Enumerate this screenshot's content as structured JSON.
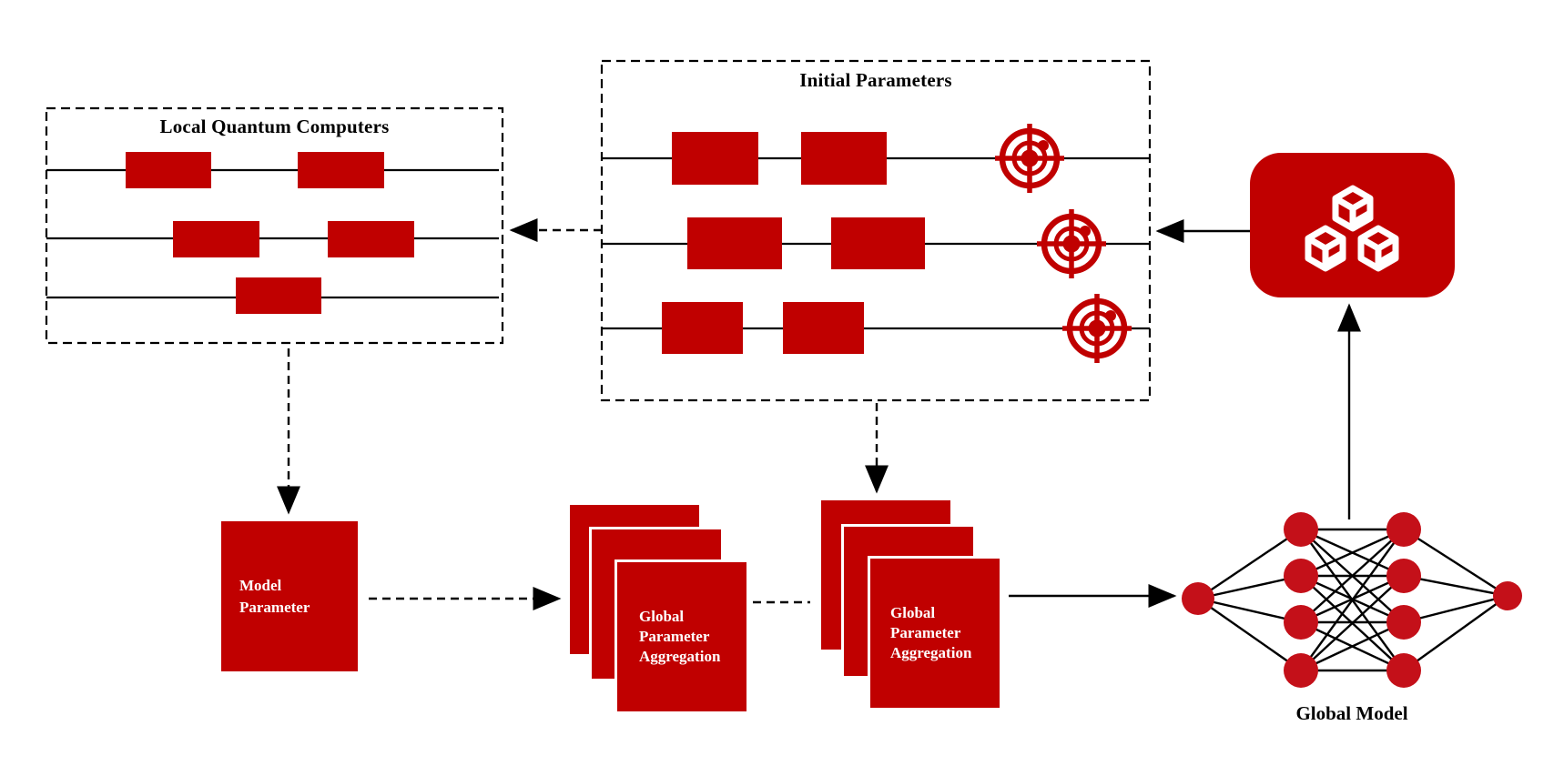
{
  "colors": {
    "red": "#C00000",
    "node_red": "#C41019",
    "line_black": "#000000",
    "text_white": "#FFFFFF"
  },
  "local_quantum_computers": {
    "title": "Local Quantum Computers",
    "circuit_lines": 3,
    "gates_per_line": [
      2,
      2,
      1
    ]
  },
  "initial_parameters": {
    "title": "Initial Parameters",
    "circuit_lines": 3,
    "gates_per_line": [
      2,
      2,
      2
    ],
    "measurement_targets": 3
  },
  "model_parameter": {
    "lines": [
      "Model",
      "Parameter"
    ]
  },
  "aggregation_left": {
    "lines": [
      "Global",
      "Parameter",
      "Aggregation"
    ],
    "stacked_cards": 3
  },
  "aggregation_right": {
    "lines": [
      "Global",
      "Parameter",
      "Aggregation"
    ],
    "stacked_cards": 3
  },
  "global_model": {
    "label": "Global Model",
    "layers": [
      1,
      4,
      4,
      1
    ]
  },
  "icons": {
    "cubes": "blocks-cubes-icon",
    "target": "measurement-target-icon"
  }
}
